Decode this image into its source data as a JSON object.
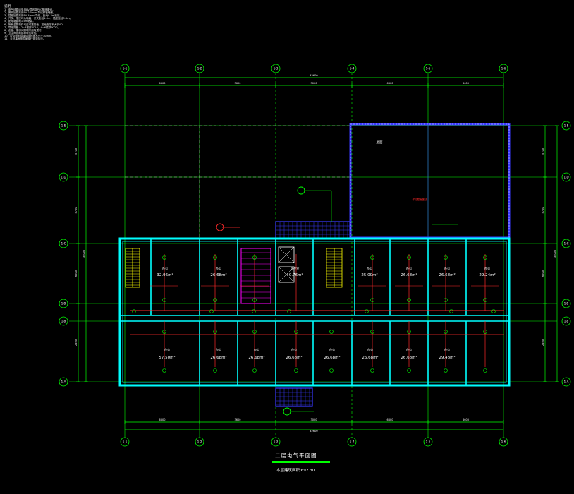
{
  "drawing": {
    "title": "二层电气平面图",
    "scale": "本层建筑面积:692.30"
  },
  "notes": {
    "heading": "说明",
    "lines": [
      "1、电气线路均采用BV导线穿PVC管暗敷设。",
      "2、照明回路采用BV-2.5mm²导线穿管暗敷。",
      "3、插座回路采用BV-4mm²导线，距地0.3m安装。",
      "4、开关、插座均为暗装，开关距地1.3m，插座距地0.3m。",
      "5、配电箱距地1.5m暗装。",
      "6、所有金属构件均应可靠接地，接地电阻不大于4Ω。",
      "7、导线穿管：2~3根穿PC16，4~6根穿PC20。",
      "8、走廊、楼梯间照明采用吸顶灯。",
      "9、卫生间设局部等电位联结。",
      "10、应急照明持续供电时间不小于30min。",
      "11、未尽事宜按国家现行规范执行。"
    ]
  },
  "axes": {
    "columns": [
      "1-1",
      "1-2",
      "1-3",
      "1-4",
      "1-5",
      "1-6"
    ],
    "rows": [
      "1-E",
      "1-D",
      "1-C",
      "1-B",
      "1-A"
    ],
    "top_dims": [
      "6600",
      "3600",
      "3000",
      "6600",
      "6600"
    ],
    "top_total": "42600",
    "bottom_dims": [
      "6600",
      "3600",
      "3000",
      "6600",
      "6600"
    ],
    "bottom_total": "42600",
    "left_dims": [
      "5700",
      "5700",
      "6600",
      "2400",
      "6600"
    ],
    "left_total": "34000",
    "right_dims": [
      "5700",
      "5700",
      "6600",
      "2400",
      "6600"
    ],
    "right_total": "34000"
  },
  "rooms": {
    "north": [
      {
        "name": "办公",
        "area": "32.96m²"
      },
      {
        "name": "办公",
        "area": "26.68m²"
      },
      {
        "name": "会议室",
        "area": "40.76m²"
      },
      {
        "name": "办公",
        "area": "25.00m²"
      },
      {
        "name": "办公",
        "area": "26.68m²"
      },
      {
        "name": "办公",
        "area": "26.68m²"
      },
      {
        "name": "办公",
        "area": "29.24m²"
      }
    ],
    "south": [
      {
        "name": "办公",
        "area": "57.50m²"
      },
      {
        "name": "办公",
        "area": "26.68m²"
      },
      {
        "name": "办公",
        "area": "26.68m²"
      },
      {
        "name": "办公",
        "area": "26.68m²"
      },
      {
        "name": "办公",
        "area": "26.68m²"
      },
      {
        "name": "办公",
        "area": "26.68m²"
      },
      {
        "name": "办公",
        "area": "26.68m²"
      },
      {
        "name": "办公",
        "area": "29.48m²"
      }
    ],
    "hall": {
      "name": "屋面",
      "note": "详见屋面做法"
    }
  },
  "colors": {
    "grid": "#00ff00",
    "wall": "#00ffff",
    "text": "#ffffff",
    "circuit": "#ff2a2a",
    "bath": "#ff00ff",
    "stair": "#ffff00",
    "hall": "#3a3aff",
    "notes": "#e6e6e6"
  }
}
